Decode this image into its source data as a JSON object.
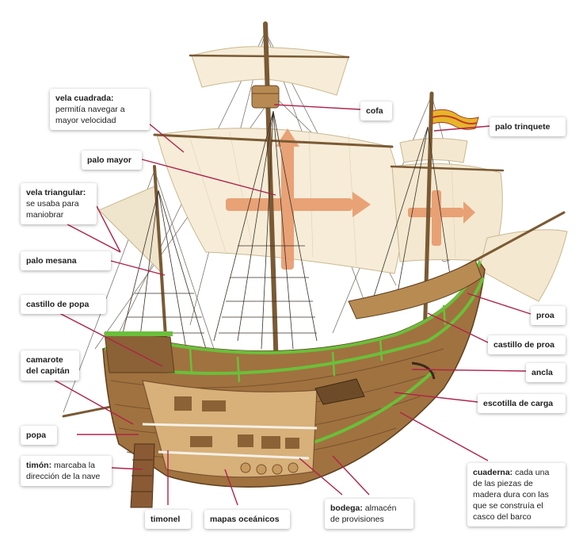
{
  "labels": {
    "vela_cuadrada": {
      "term": "vela cuadrada:",
      "desc": "permitía navegar a mayor velocidad"
    },
    "palo_mayor": {
      "term": "palo mayor"
    },
    "vela_triangular": {
      "term": "vela triangular:",
      "desc": "se usaba para maniobrar"
    },
    "palo_mesana": {
      "term": "palo mesana"
    },
    "castillo_popa": {
      "term": "castillo de popa"
    },
    "camarote": {
      "term": "camarote del capitán"
    },
    "popa": {
      "term": "popa"
    },
    "timon": {
      "term": "timón:",
      "desc": "marcaba la dirección de la nave"
    },
    "timonel": {
      "term": "timonel"
    },
    "mapas": {
      "term": "mapas oceánicos"
    },
    "bodega": {
      "term": "bodega:",
      "desc": "almacén de provisiones"
    },
    "cuaderna": {
      "term": "cuaderna:",
      "desc": "cada una de las piezas de madera dura con las que se construía el casco del barco"
    },
    "cofa": {
      "term": "cofa"
    },
    "palo_trinquete": {
      "term": "palo trinquete"
    },
    "proa": {
      "term": "proa"
    },
    "castillo_proa": {
      "term": "castillo de proa"
    },
    "ancla": {
      "term": "ancla"
    },
    "escotilla": {
      "term": "escotilla de carga"
    }
  },
  "colors": {
    "leader_line": "#b0234a",
    "hull_wood": "#a0723f",
    "sail": "#f6ecd8",
    "cross": "#e79a6c",
    "green_rail": "#6bbf3a"
  },
  "illustration_icons": [
    "ship-illustration",
    "flag-icon"
  ]
}
